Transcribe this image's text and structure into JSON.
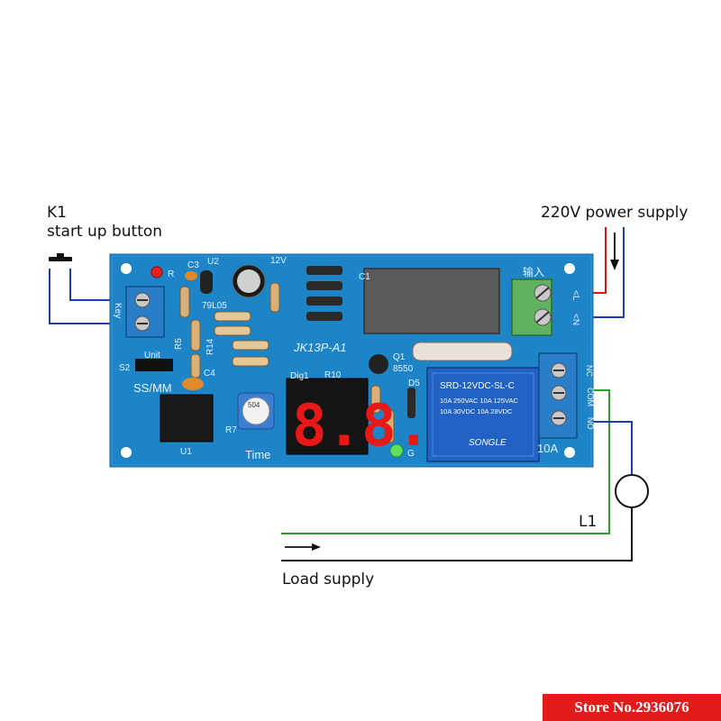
{
  "labels": {
    "k1": "K1",
    "start_button": "start up button",
    "power_supply": "220V power supply",
    "l1": "L1",
    "load_supply": "Load supply"
  },
  "board": {
    "model": "JK13P-A1",
    "regulator": "79L05",
    "voltage": "12V",
    "time": "Time",
    "mode": "SS/MM",
    "unit": "Unit",
    "key": "Key",
    "display_digits": "8.8.",
    "pot_value": "504",
    "input_cn": "输入",
    "relay_model": "SRD-12VDC-SL-C",
    "relay_brand": "SONGLE",
    "relay_rating1": "10A 250VAC  10A 125VAC",
    "relay_rating2": "10A 30VDC  10A 28VDC",
    "relay_current": "10A",
    "transistor": "8550",
    "silk": {
      "r": "R",
      "c3": "C3",
      "u2": "U2",
      "c1": "C1",
      "r5": "R5",
      "r14": "R14",
      "s2": "S2",
      "c4": "C4",
      "u1": "U1",
      "r7": "R7",
      "dig1": "Dig1",
      "r10": "R10",
      "q1": "Q1",
      "d5": "D5",
      "g": "G",
      "nc": "NC",
      "com": "COM",
      "no": "NO",
      "l": "<L",
      "n": "<N"
    }
  },
  "store": "Store No.2936076",
  "colors": {
    "pcb": "#1e84c8",
    "wire_blue": "#1a3fb0",
    "wire_red": "#e01010",
    "wire_green": "#2e9e2e",
    "wire_black": "#111111",
    "terminal": "#2a7ec8",
    "relay": "#2262c4",
    "display": "#e81818",
    "badge": "#e21b1b"
  }
}
